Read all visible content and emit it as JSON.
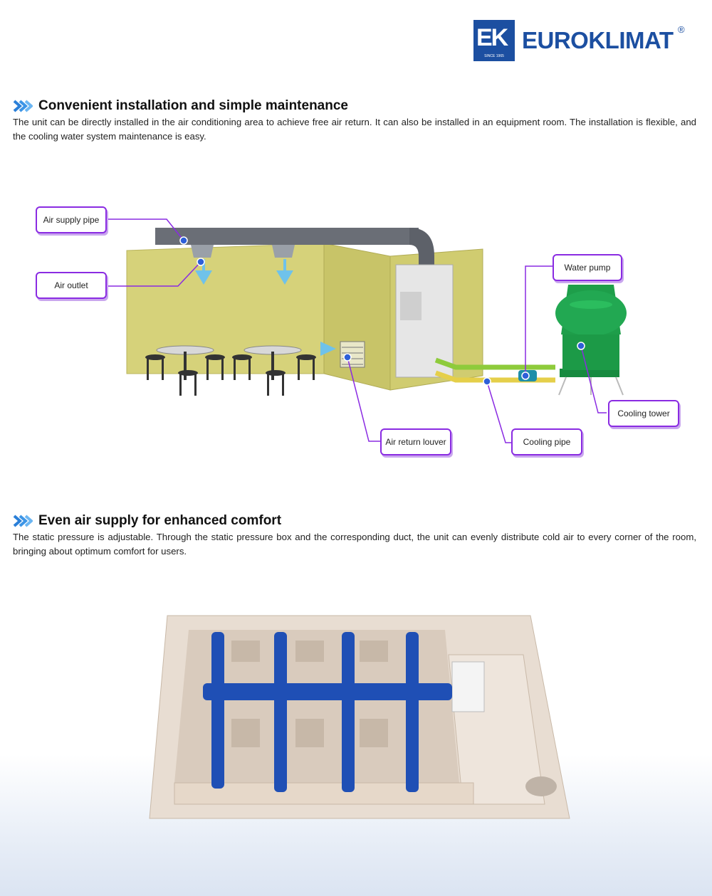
{
  "brand": {
    "mark": "EK",
    "since": "SINCE 1965",
    "name": "EUROKLIMAT",
    "reg": "®"
  },
  "sections": [
    {
      "title": "Convenient installation and simple maintenance",
      "text": "The unit can be directly installed in the air conditioning area to achieve free air return. It can also be installed in an equipment room. The installation is flexible, and the cooling water system maintenance is easy."
    },
    {
      "title": "Even air supply for enhanced comfort",
      "text": "The static pressure is adjustable. Through the static pressure box and the corresponding duct, the unit can evenly distribute cold air to every corner of the room, bringing about optimum comfort for users."
    }
  ],
  "callouts": {
    "air_supply_pipe": "Air supply pipe",
    "air_outlet": "Air outlet",
    "water_pump": "Water pump",
    "cooling_tower": "Cooling tower",
    "air_return_louver": "Air return louver",
    "cooling_pipe": "Cooling pipe"
  },
  "colors": {
    "brand_blue": "#1c4fa1",
    "callout_purple": "#8a2be2",
    "wall_yellow": "#d6d27a",
    "tower_green": "#1e9e4a",
    "duct_blue": "#1f4fb5"
  }
}
